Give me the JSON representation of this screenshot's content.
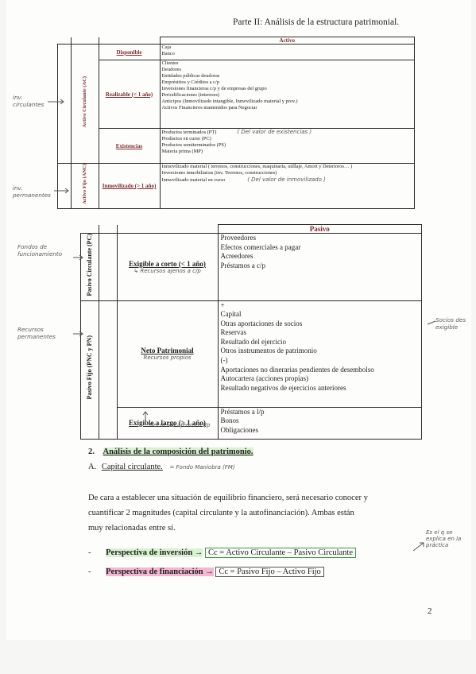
{
  "header": "Parte II: Análisis de la estructura patrimonial.",
  "page_number": "2",
  "activo": {
    "title": "Activo",
    "ac_label": "Activo Circulante (AC)",
    "anc_label": "Activo Fijo (ANC)",
    "disponible": {
      "label": "Disponible",
      "items": [
        "Caja",
        "Banco"
      ]
    },
    "realizable": {
      "label": "Realizable (< 1 año)",
      "items": [
        "Clientes",
        "Deudores",
        "Entidades públicas deudoras",
        "Empréstitos y Créditos a c/p",
        "Inversiones financieras c/p y de empresas del grupo",
        "Periodificaciones (intereses)",
        "Anticipos (Inmovilizado intangible, Inmovilizado material y prov.)",
        "Activos Financieros mantenidos para Negociar"
      ]
    },
    "existencias": {
      "label": "Existencias",
      "items": [
        "Productos terminados (PT)",
        "Productos en curso (PC)",
        "Productos semiterminados (PS)",
        "Materia prima (MP)"
      ]
    },
    "inmovilizado": {
      "label": "Inmovilizado (> 1 año)",
      "items": [
        "Inmovilizado material ( terrenos, construcciones, maquinaria, utillaje, Amort y Deterioros… )",
        "Inversiones inmobiliarias (inv. Terrenos, construcciones)",
        "Inmovilizado material en curso"
      ]
    },
    "notes": {
      "existencias": "( Del valor de existencias )",
      "curso": "( Del valor de inmovilizado )",
      "inv_circulantes": "inv. circulantes",
      "inv_permanentes": "inv. permanentes"
    }
  },
  "pasivo": {
    "title": "Pasivo",
    "pc_label": "Pasivo Circulante (PC)",
    "pn_label": "Pasivo Fijo (PNC y PN)",
    "corto": {
      "label": "Exigible a corto (< 1 año)",
      "note": "↳ Recursos ajenos a c/p",
      "items": [
        "Proveedores",
        "Efectos comerciales a pagar",
        "Acreedores",
        "Préstamos a c/p"
      ]
    },
    "neto": {
      "label": "Neto Patrimonial",
      "note": "Recursos propios",
      "items_plus": [
        "+",
        "Capital",
        "Otras aportaciones de socios",
        "Reservas",
        "Resultado del ejercicio",
        "Otros instrumentos de patrimonio"
      ],
      "items_minus": [
        "(-)",
        "Aportaciones no dinerarias pendientes de desembolso",
        "Autocartera (acciones propias)",
        "Resultado negativos de ejercicios anteriores"
      ]
    },
    "largo": {
      "label": "Exigible a largo (> 1 año)",
      "items": [
        "Préstamos a l/p",
        "Bonos",
        "Obligaciones"
      ]
    },
    "notes": {
      "fondos": "Fondos de funcionamiento",
      "recursos_perm": "Recursos permanentes",
      "socios": "Socios des exigible",
      "ajenos_lp": "Recursos ajenos a l/p"
    }
  },
  "section2": {
    "number": "2.",
    "title": "Análisis de la composición del patrimonio.",
    "a_letter": "A.",
    "a_title": "Capital circulante.",
    "a_note": "= Fondo Maniobra (FM)",
    "paragraph1": "De cara a establecer una situación de equilibrio financiero, será necesario conocer y",
    "paragraph2": "cuantificar 2 magnitudes (capital circulante y la autofinanciación). Ambas están",
    "paragraph3": "muy relacionadas entre sí.",
    "bullet1_label": "Perspectiva de inversión →",
    "bullet1_formula": "Cc = Activo Circulante – Pasivo Circulante",
    "bullet2_label": "Perspectiva de financiación →",
    "bullet2_formula": "Cc = Pasivo Fijo – Activo Fijo",
    "side_note": "Es el q se explica en la práctica"
  }
}
